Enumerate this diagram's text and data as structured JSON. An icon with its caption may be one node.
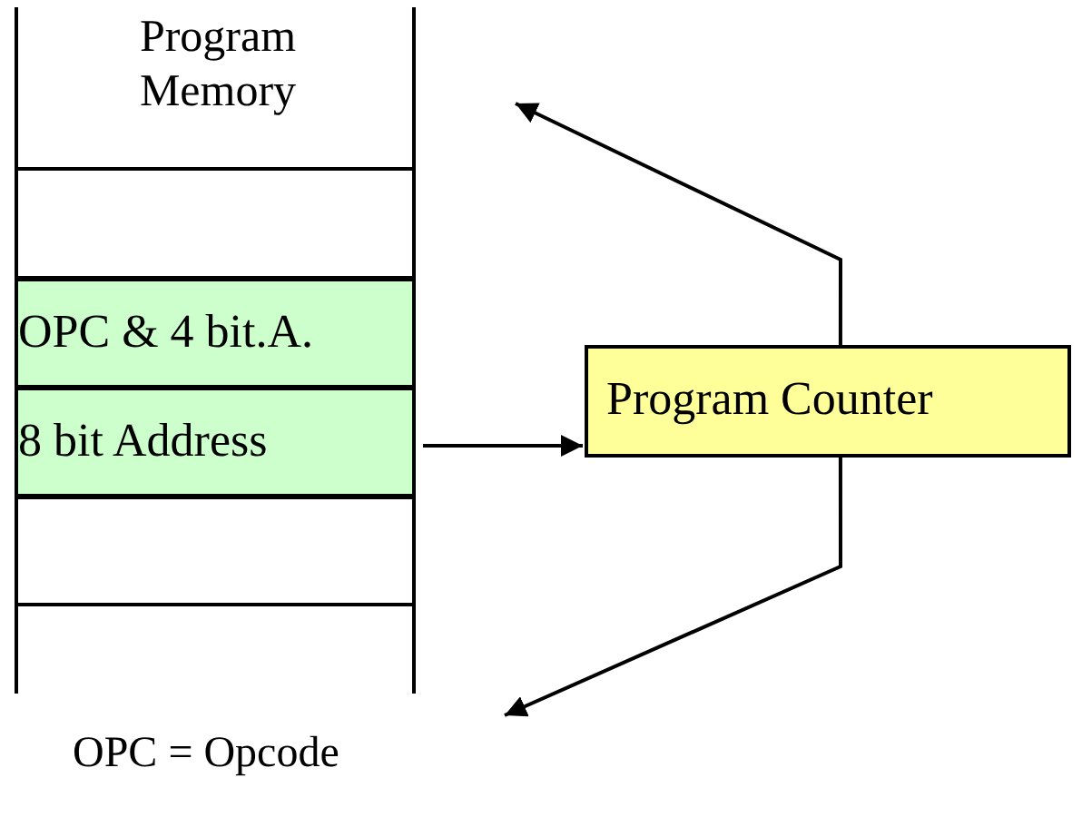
{
  "diagram": {
    "nodes": [
      {
        "text": [
          "Program Memory"
        ]
      },
      {
        "text": [],
        "shape": "box",
        "in": 0
      },
      {
        "text": [
          "OPC & 4 bit.A."
        ],
        "in": 0
      },
      {
        "text": [
          "8 bit Address"
        ],
        "in": 0
      },
      {
        "text": [],
        "shape": "box",
        "in": 0
      },
      {
        "text": [
          "Program Counter"
        ]
      }
    ],
    "edges": [
      {
        "from": 3,
        "to": 5,
        "arrow": "to"
      },
      {
        "from": 5,
        "to": null,
        "arrow": "to"
      },
      {
        "from": 5,
        "to": null,
        "arrow": "to"
      }
    ],
    "labels": [
      "OPC = Opcode"
    ]
  }
}
